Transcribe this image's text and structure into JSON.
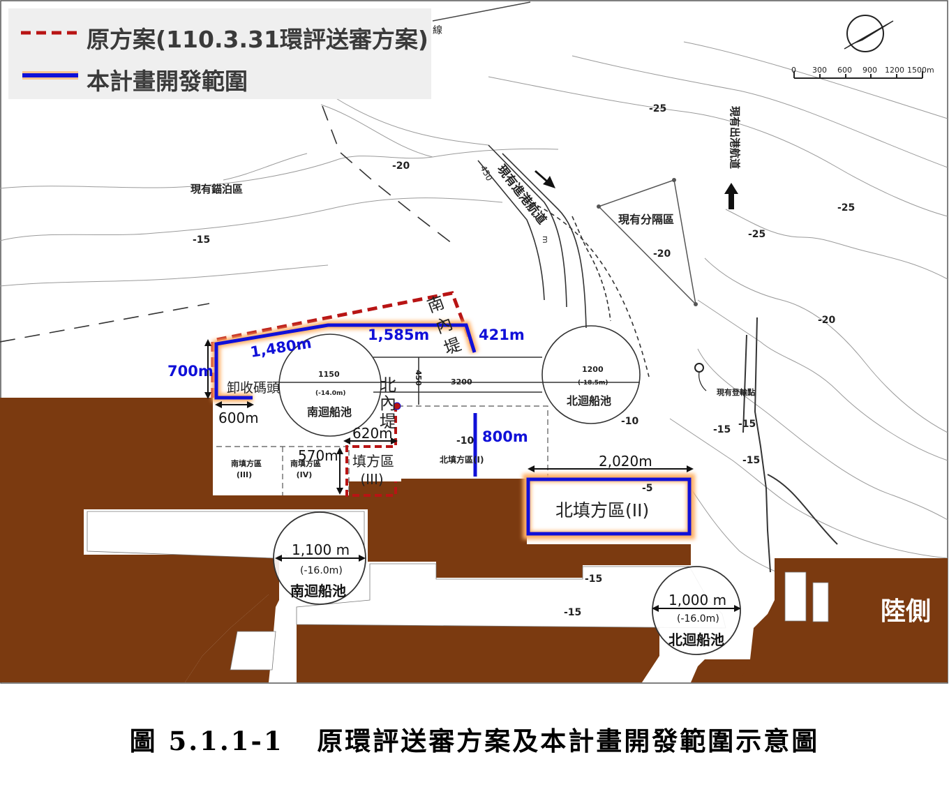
{
  "legend": {
    "items": [
      {
        "label": "原方案(110.3.31環評送審方案)",
        "style": "dashed",
        "color": "#b81414"
      },
      {
        "label": "本計畫開發範圍",
        "style": "solid",
        "color": "#1010d8"
      }
    ]
  },
  "colors": {
    "land": "#7b3a10",
    "sea_contour": "#9a9a9a",
    "original_plan": "#b81414",
    "project_boundary": "#1010d8",
    "boundary_glow": "#ffb066"
  },
  "labels": {
    "top_line_label": "線",
    "existing_anchorage": "現有錨泊區",
    "inbound_channel": "現有進港航道",
    "outbound_channel": "現有出港航道",
    "separation_zone": "現有分隔區",
    "landing_point": "現有登輸點",
    "land_side": "陸側",
    "south_breakwater": "南內堤",
    "north_breakwater": "北內堤",
    "unloading_wharf": "卸收碼頭",
    "south_turning_basin": "南迴船池",
    "north_turning_basin": "北迴船池",
    "south_fill_3": "南填方區\n(III)",
    "south_fill_4": "南填方區\n(IV)",
    "fill_3": "填方區\n(III)",
    "north_fill_1": "北填方區(I)",
    "north_fill_2": "北填方區(II)",
    "channel_450": "450",
    "channel_m": "m"
  },
  "depths": [
    "-25",
    "-20",
    "-15",
    "-25",
    "-25",
    "-20",
    "-20",
    "-15",
    "-10",
    "-10",
    "-15",
    "-15",
    "-5",
    "-15",
    "-15"
  ],
  "dimensions": {
    "d700": "700m",
    "d1480": "1,480m",
    "d1585": "1,585m",
    "d421": "421m",
    "d600": "600m",
    "d620": "620m",
    "d570": "570m",
    "d800": "800m",
    "d2020": "2,020m",
    "basin_s_dia": "1150",
    "basin_s_depth": "(-14.0m)",
    "basin_n_dia": "1200",
    "basin_n_depth": "(-18.5m)",
    "span_3200": "3200",
    "span_450": "450",
    "lower_s_dia": "1,100 m",
    "lower_s_depth": "(-16.0m)",
    "lower_n_dia": "1,000 m",
    "lower_n_depth": "(-16.0m)"
  },
  "scale_bar": [
    "0",
    "300",
    "600",
    "900",
    "1200",
    "1500m"
  ],
  "north_arrow": "north-arrow",
  "caption": {
    "number": "圖 5.1.1-1",
    "title": "原環評送審方案及本計畫開發範圍示意圖"
  }
}
